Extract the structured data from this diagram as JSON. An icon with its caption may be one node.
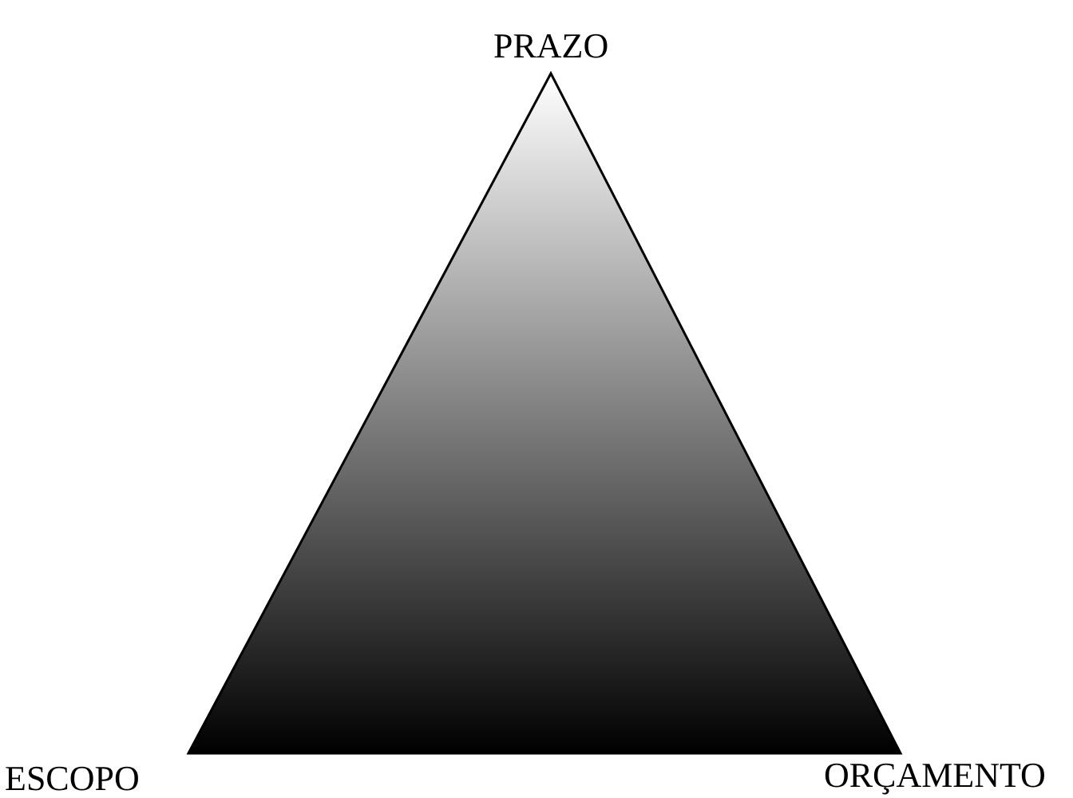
{
  "diagram": {
    "labels": [
      "PRAZO",
      "ESCOPO",
      "ORÇAMENTO"
    ]
  }
}
